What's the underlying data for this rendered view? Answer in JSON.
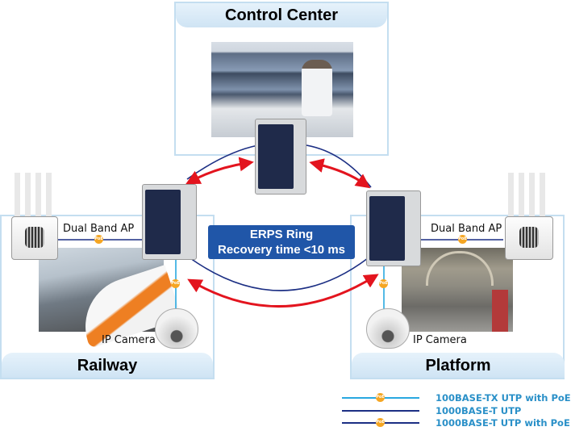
{
  "zones": {
    "control_center": {
      "title": "Control Center"
    },
    "railway": {
      "title": "Railway"
    },
    "platform": {
      "title": "Platform"
    }
  },
  "devices": {
    "left_ap_label": "Dual Band AP",
    "right_ap_label": "Dual Band AP",
    "left_camera_label": "IP Camera",
    "right_camera_label": "IP Camera",
    "poe_badge": "PoE"
  },
  "ring": {
    "line1": "ERPS Ring",
    "line2": "Recovery time <10 ms"
  },
  "legend": {
    "items": [
      {
        "label": "100BASE-TX UTP with PoE",
        "color": "#29a8e0",
        "poe": true
      },
      {
        "label": "1000BASE-T UTP",
        "color": "#1c2f84",
        "poe": false
      },
      {
        "label": "1000BASE-T UTP with PoE",
        "color": "#1c2f84",
        "poe": true
      }
    ]
  },
  "colors": {
    "ring_line": "#1c2f84",
    "redundancy_arrow": "#e3141e",
    "ring_box": "#2056a8",
    "poe_badge": "#f5a623",
    "zone_border": "#c4def0"
  }
}
